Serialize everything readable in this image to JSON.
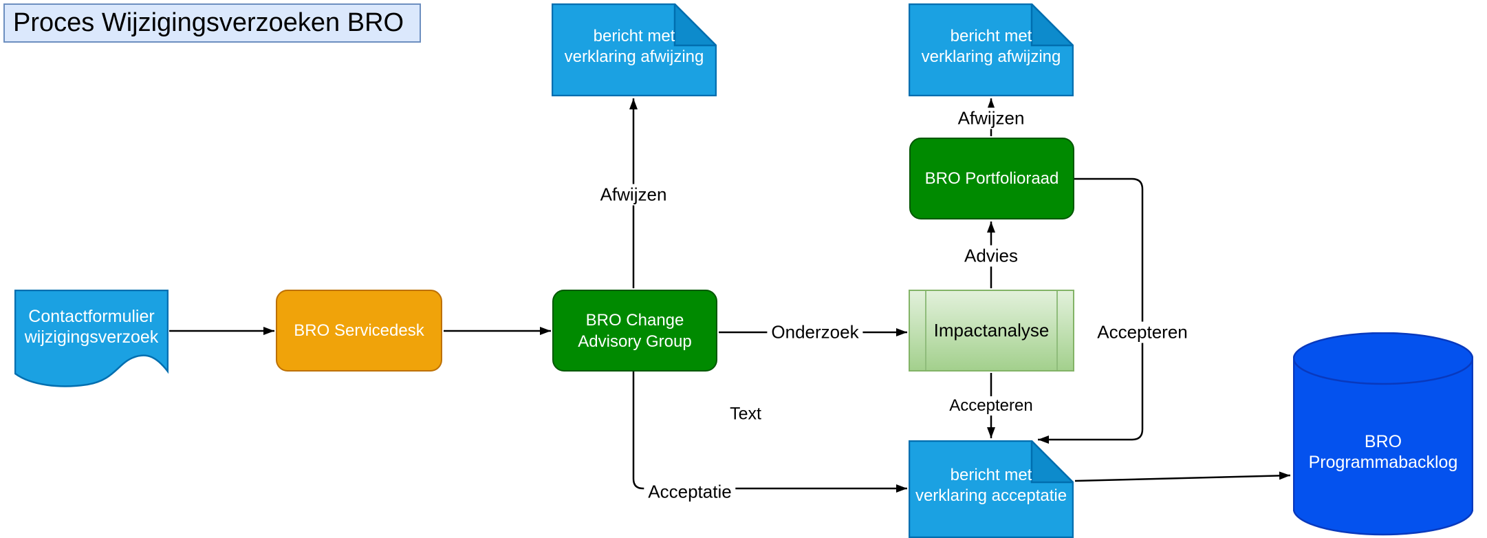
{
  "title": "Proces Wijzigingsverzoeken BRO",
  "nodes": {
    "contact_doc": {
      "lines": [
        "Contactformulier",
        "wijzigingsverzoek"
      ]
    },
    "servicedesk": {
      "label": "BRO Servicedesk"
    },
    "change_advisory": {
      "lines": [
        "BRO Change",
        "Advisory Group"
      ]
    },
    "impactanalyse": {
      "label": "Impactanalyse"
    },
    "portfolioraad": {
      "label": "BRO Portfolioraad"
    },
    "doc_afwijzing_links": {
      "lines": [
        "bericht met",
        "verklaring afwijzing"
      ]
    },
    "doc_afwijzing_rechts": {
      "lines": [
        "bericht met",
        "verklaring afwijzing"
      ]
    },
    "doc_acceptatie": {
      "lines": [
        "bericht met",
        "verklaring acceptatie"
      ]
    },
    "programmabacklog": {
      "lines": [
        "BRO",
        "Programmabacklog"
      ]
    }
  },
  "edge_labels": {
    "afwijzen_links": "Afwijzen",
    "afwijzen_rechts": "Afwijzen",
    "onderzoek": "Onderzoek",
    "advies": "Advies",
    "accepteren_onder": "Accepteren",
    "accepteren_rechts": "Accepteren",
    "acceptatie": "Acceptatie",
    "text_note": "Text"
  },
  "colors": {
    "note_fill": "#1BA1E2",
    "note_stroke": "#006EAF",
    "note_flap": "#0D8BCC",
    "green_fill": "#008A00",
    "green_stroke": "#005700",
    "orange_fill": "#F0A30A",
    "orange_stroke": "#BD7000",
    "impact_fill_top": "#E2F1DB",
    "impact_fill_bottom": "#A3D08D",
    "impact_stroke": "#82B366",
    "cylinder_fill": "#0452EE",
    "cylinder_stroke": "#0939BD",
    "title_fill": "#DBE8FC",
    "title_stroke": "#6C8EBF",
    "connector": "#000000"
  }
}
